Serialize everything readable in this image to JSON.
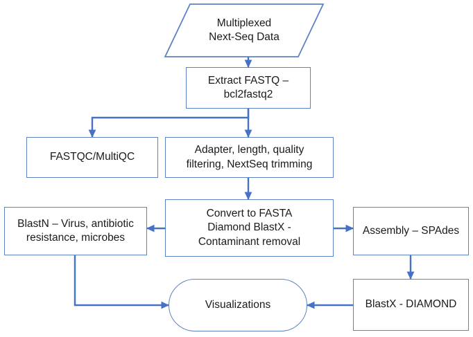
{
  "diagram": {
    "title": "Sequencing data analysis pipeline flowchart",
    "colors": {
      "stroke": "#5b82c4",
      "arrow": "#4472c4",
      "text": "#1a1a1a",
      "background": "#ffffff"
    },
    "nodes": [
      {
        "id": "input-data",
        "shape": "parallelogram",
        "label": "Multiplexed\nNext-Seq Data"
      },
      {
        "id": "extract-fastq",
        "shape": "rectangle",
        "label": "Extract FASTQ –\nbcl2fastq2"
      },
      {
        "id": "fastqc-multiqc",
        "shape": "rectangle",
        "label": "FASTQC/MultiQC"
      },
      {
        "id": "filtering",
        "shape": "rectangle",
        "label": "Adapter, length, quality\nfiltering, NextSeq trimming"
      },
      {
        "id": "blastn",
        "shape": "rectangle",
        "label": "BlastN – Virus, antibiotic\nresistance, microbes"
      },
      {
        "id": "convert-fasta",
        "shape": "rectangle",
        "label": "Convert to FASTA\nDiamond BlastX -\nContaminant removal"
      },
      {
        "id": "assembly",
        "shape": "rectangle",
        "label": "Assembly – SPAdes"
      },
      {
        "id": "blastx-diamond",
        "shape": "rectangle",
        "label": "BlastX - DIAMOND"
      },
      {
        "id": "visualizations",
        "shape": "pill",
        "label": "Visualizations"
      }
    ],
    "edges": [
      {
        "from": "input-data",
        "to": "extract-fastq"
      },
      {
        "from": "extract-fastq",
        "to": "fastqc-multiqc"
      },
      {
        "from": "extract-fastq",
        "to": "filtering"
      },
      {
        "from": "filtering",
        "to": "convert-fasta"
      },
      {
        "from": "convert-fasta",
        "to": "blastn"
      },
      {
        "from": "convert-fasta",
        "to": "assembly"
      },
      {
        "from": "assembly",
        "to": "blastx-diamond"
      },
      {
        "from": "blastx-diamond",
        "to": "visualizations"
      },
      {
        "from": "blastn",
        "to": "visualizations"
      }
    ]
  }
}
